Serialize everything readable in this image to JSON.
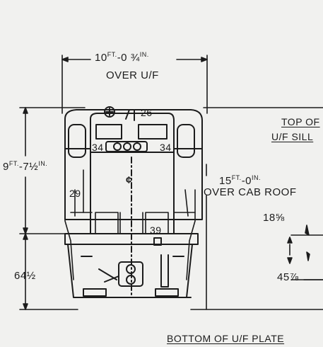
{
  "drawing": {
    "width_dim": {
      "feet": "10",
      "ft": "FT.",
      "inch": "-0",
      "frac": "¾",
      "in": "IN.",
      "note": "OVER U/F"
    },
    "height_dim": {
      "feet": "9",
      "ft": "FT.",
      "inch": "-7½",
      "in": "IN."
    },
    "cab_dim": {
      "feet": "15",
      "ft": "FT.",
      "inch": "-0",
      "in": "IN.",
      "note": "OVER CAB ROOF"
    },
    "lower_dim": "64½",
    "right_top_dim": "18⅝",
    "right_bottom_dim": "45⅞",
    "top_label_line1": "TOP OF",
    "top_label_line2": "U/F SILL",
    "bottom_label": "BOTTOM OF U/F PLATE",
    "part_numbers": {
      "p26": "26",
      "p34_left": "34",
      "p34_right": "34",
      "p29": "29",
      "p39": "39"
    },
    "centerline_mark": "¢"
  }
}
